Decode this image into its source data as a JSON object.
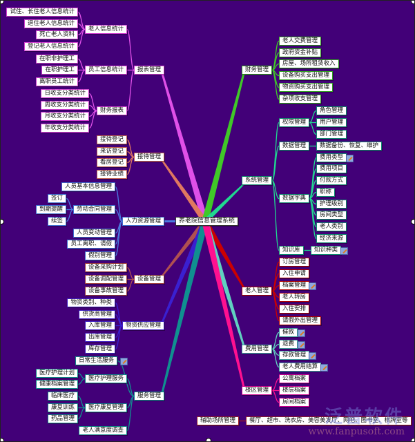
{
  "title": "养老院信息管理系统",
  "colors": {
    "background": "#420078",
    "report": "#e050e8",
    "reception": "#e07860",
    "hr": "#4a7ae0",
    "equipment": "#b05050",
    "supply": "#3a20d0",
    "service": "#109090",
    "finance": "#40c828",
    "system": "#20d890",
    "elder": "#cc0000",
    "fee": "#60d0c0",
    "building": "#ff1090",
    "aux": "#a02020"
  },
  "watermark": {
    "logo": "泛普软件",
    "url": "www.fanpusoft.com"
  },
  "nodes": {
    "root": "养老院信息管理系统",
    "rpt": "报表管理",
    "rpt_e": "老人信息统计",
    "e1": "试住、长住老人信息统计",
    "e2": "退住老人信息统计",
    "e3": "死亡老人资料",
    "e4": "登记老人信息统计",
    "rpt_s": "员工信息统计",
    "s1": "在职非护理工",
    "s2": "在职护理工",
    "s3": "离职员工统计",
    "rpt_f": "财务报表",
    "f1": "日收支分类统计",
    "f2": "周收支分类统计",
    "f3": "月收支分类统计",
    "f4": "年收支分类统计",
    "rec": "接待管理",
    "r1": "接待登记",
    "r2": "来访登记",
    "r3": "看房登记",
    "r4": "接待业绩",
    "hr": "人力资源管理",
    "h1": "人员基本信息管理",
    "h2": "劳动合同管理",
    "h2a": "签订",
    "h2b": "到期提醒",
    "h2c": "续签",
    "h3": "人员变动管理",
    "h4": "员工离职、请假",
    "h5": "假别管理",
    "eq": "设备管理",
    "q1": "设备采购计划",
    "q2": "设备调配管理",
    "q3": "设备事故管理",
    "sp": "物资供应管理",
    "p1": "物资类别、种类",
    "p2": "供货商管理",
    "p3": "入库管理",
    "p4": "出库管理",
    "p5": "库存管理",
    "sv": "服务管理",
    "v1": "日常生活服务",
    "v2": "医疗护理服务",
    "v2a": "医疗护理计划",
    "v2b": "健康档案管理",
    "v3": "医疗康复管理",
    "v3a": "临床医疗",
    "v3b": "康复训练",
    "v3c": "药品管理",
    "v4": "老人满意度调查",
    "fin": "财务管理",
    "fi1": "老人交费管理",
    "fi2": "政府资金补贴",
    "fi3": "房屋、场所租赁收入",
    "fi4": "设备购买支出管理",
    "fi5": "物资购买支出管理",
    "fi6": "杂项收支管理",
    "sys": "系统管理",
    "perm": "权限管理",
    "pm1": "角色管理",
    "pm2": "用户管理",
    "pm3": "部门管理",
    "dm": "数据管理",
    "dm1": "数据备份、恢复、维护",
    "dict": "数据字典",
    "dc1": "费用类型",
    "dc2": "费用项目",
    "dc3": "付款方式",
    "dc4": "职称",
    "dc5": "护理级别",
    "dc6": "房间类型",
    "dc7": "老人类别",
    "dc8": "经济来源",
    "kb": "知识库",
    "kb1": "知识种类",
    "eld": "老人管理",
    "el1": "订房管理",
    "el2": "入住申请",
    "el3": "档案管理",
    "el4": "老人转房",
    "el5": "入住安排",
    "el6": "请假外出管理",
    "fee": "费用管理",
    "fe1": "催款",
    "fe2": "退费",
    "fe3": "存款管理",
    "fe4": "老人费用结算",
    "bld": "楼区管理",
    "b1": "公寓档案",
    "b2": "楼层档案",
    "b3": "房间档案",
    "aux": "辅助场所管理",
    "ax1": "餐厅、超市、洗衣房、美容美发厅、网吧、图书室、棋牌室等"
  }
}
